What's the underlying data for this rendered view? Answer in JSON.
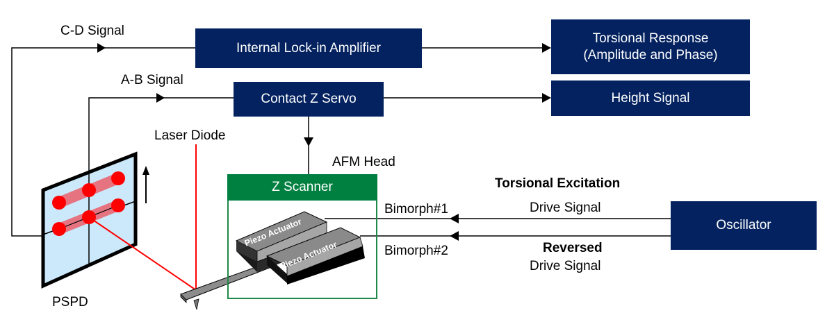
{
  "title": "Torsional mode AFM signal diagram",
  "colors": {
    "block_fill": "#03225f",
    "scanner_header": "#008040",
    "scanner_border": "#1e8a4a",
    "laser": "#ff0000",
    "pspd_fill": "#cce9fb",
    "spot": "#ff0000",
    "spot_trail": "#e57380"
  },
  "signals": {
    "cd": "C-D Signal",
    "ab": "A-B Signal"
  },
  "blocks": {
    "lockin": "Internal Lock-in Amplifier",
    "servo": "Contact Z Servo",
    "torsional_response_line1": "Torsional Response",
    "torsional_response_line2": "(Amplitude and Phase)",
    "height": "Height Signal",
    "oscillator": "Oscillator"
  },
  "labels": {
    "laser_diode": "Laser Diode",
    "afm_head": "AFM Head",
    "pspd": "PSPD",
    "z_scanner": "Z Scanner",
    "piezo1": "Piezo Actuator",
    "piezo2": "Piezo Actuator",
    "bimorph1": "Bimorph#1",
    "bimorph2": "Bimorph#2",
    "torsional_excitation": "Torsional Excitation",
    "drive_signal": "Drive Signal",
    "reversed": "Reversed",
    "reversed_drive_signal": "Drive Signal"
  }
}
